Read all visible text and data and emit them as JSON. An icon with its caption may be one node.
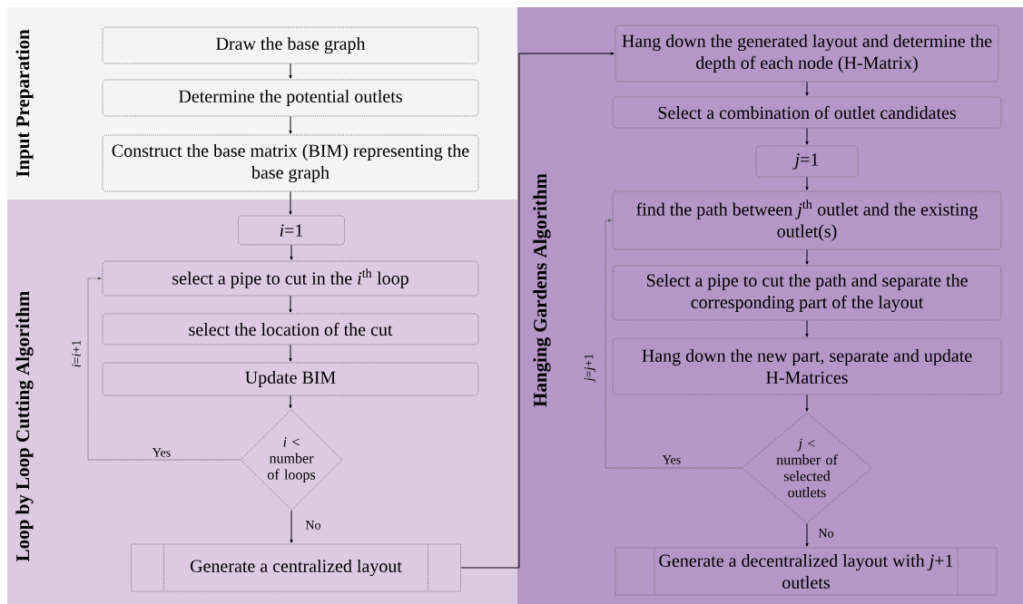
{
  "diagram": {
    "nodes": [
      {
        "text": [
          "Input Preparation"
        ]
      },
      {
        "text": [
          "Draw the base graph"
        ],
        "in": 0
      },
      {
        "text": [
          "Determine the potential outlets"
        ],
        "in": 0
      },
      {
        "text": [
          "Construct the base matrix (BIM) representing the base graph"
        ],
        "in": 0
      },
      {
        "text": [
          "Loop by Loop Cutting Algorithm"
        ]
      },
      {
        "text": [
          "*i*=1"
        ],
        "in": 4
      },
      {
        "text": [
          "select a pipe to cut in the *i*$^{th}$ loop"
        ],
        "in": 4
      },
      {
        "text": [
          "select the location of the cut"
        ],
        "in": 4
      },
      {
        "text": [
          "Update BIM"
        ],
        "in": 4
      },
      {
        "text": [
          "*i* < number of loops"
        ],
        "in": 4
      },
      {
        "text": [
          "Generate a centralized layout"
        ],
        "in": 4
      },
      {
        "text": [
          "Hanging Gardens Algorithm"
        ]
      },
      {
        "text": [
          "Hang down the generated layout and determine the depth of each node (H-Matrix)"
        ],
        "in": 11
      },
      {
        "text": [
          "Select a combination of outlet candidates"
        ],
        "in": 11
      },
      {
        "text": [
          "*j*=1"
        ],
        "in": 11
      },
      {
        "text": [
          "find the path between *j*$^{th}$ outlet and the existing outlet(s)"
        ],
        "in": 11
      },
      {
        "text": [
          "Select a pipe to cut the path and separate the corresponding part of the layout"
        ],
        "in": 11
      },
      {
        "text": [
          "Hang down the new part, separate and update H-Matrices"
        ],
        "in": 11
      },
      {
        "text": [
          "*j* < number of selected outlets"
        ],
        "in": 11
      },
      {
        "text": [
          "Generate a decentralized layout with *j*+1 outlets"
        ],
        "in": 11
      }
    ],
    "edges": [
      {
        "from": 1,
        "to": 2,
        "arrow": "to"
      },
      {
        "from": 2,
        "to": 3,
        "arrow": "to"
      },
      {
        "from": 3,
        "to": 5,
        "arrow": "to"
      },
      {
        "from": 5,
        "to": 6,
        "arrow": "to"
      },
      {
        "from": 6,
        "to": 7,
        "arrow": "to"
      },
      {
        "from": 7,
        "to": 8,
        "arrow": "to"
      },
      {
        "from": 8,
        "to": 9,
        "arrow": "to"
      },
      {
        "from": 9,
        "to": 6,
        "arrow": "to",
        "label": "Yes",
        "style": "dashed"
      },
      {
        "from": 9,
        "to": 10,
        "arrow": "to",
        "label": "No"
      },
      {
        "from": 10,
        "to": 12,
        "arrow": "to"
      },
      {
        "from": 12,
        "to": 13,
        "arrow": "to"
      },
      {
        "from": 13,
        "to": 14,
        "arrow": "to"
      },
      {
        "from": 14,
        "to": 15,
        "arrow": "to"
      },
      {
        "from": 15,
        "to": 16,
        "arrow": "to"
      },
      {
        "from": 16,
        "to": 17,
        "arrow": "to"
      },
      {
        "from": 17,
        "to": 18,
        "arrow": "to"
      },
      {
        "from": 18,
        "to": 15,
        "arrow": "to",
        "label": "Yes",
        "style": "dashed"
      },
      {
        "from": 18,
        "to": 19,
        "arrow": "to",
        "label": "No"
      }
    ],
    "labels": [
      "*i*=*i*+1",
      "*j*=*j*+1"
    ]
  }
}
